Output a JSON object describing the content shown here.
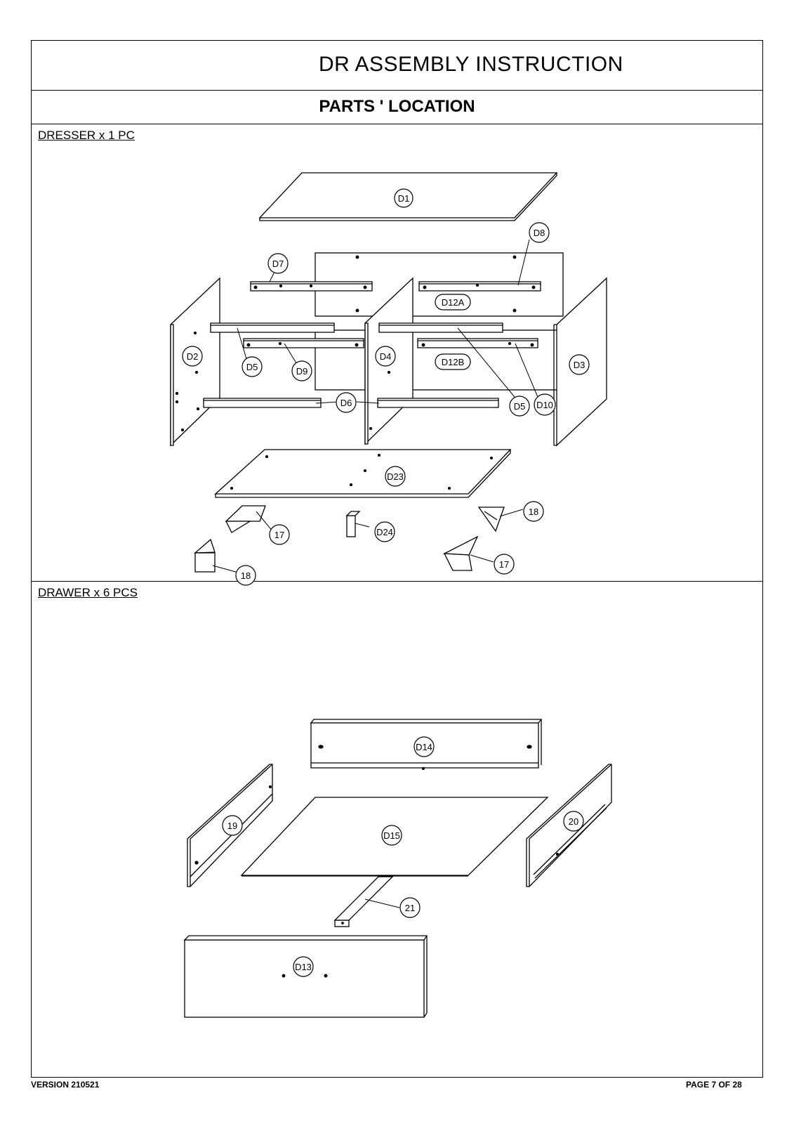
{
  "header": {
    "title": "DR ASSEMBLY INSTRUCTION",
    "subtitle": "PARTS ' LOCATION"
  },
  "sections": {
    "dresser": {
      "label": "DRESSER x 1 PC"
    },
    "drawer": {
      "label": "DRAWER x 6 PCS"
    }
  },
  "labels": {
    "d1": "D1",
    "d2": "D2",
    "d3": "D3",
    "d4": "D4",
    "d5": "D5",
    "d6": "D6",
    "d7": "D7",
    "d8": "D8",
    "d9": "D9",
    "d10": "D10",
    "d12a": "D12A",
    "d12b": "D12B",
    "d13": "D13",
    "d14": "D14",
    "d15": "D15",
    "d23": "D23",
    "d24": "D24",
    "p17": "17",
    "p18": "18",
    "p19": "19",
    "p20": "20",
    "p21": "21"
  },
  "footer": {
    "version": "VERSION 210521",
    "page": "PAGE 7 OF 28"
  }
}
